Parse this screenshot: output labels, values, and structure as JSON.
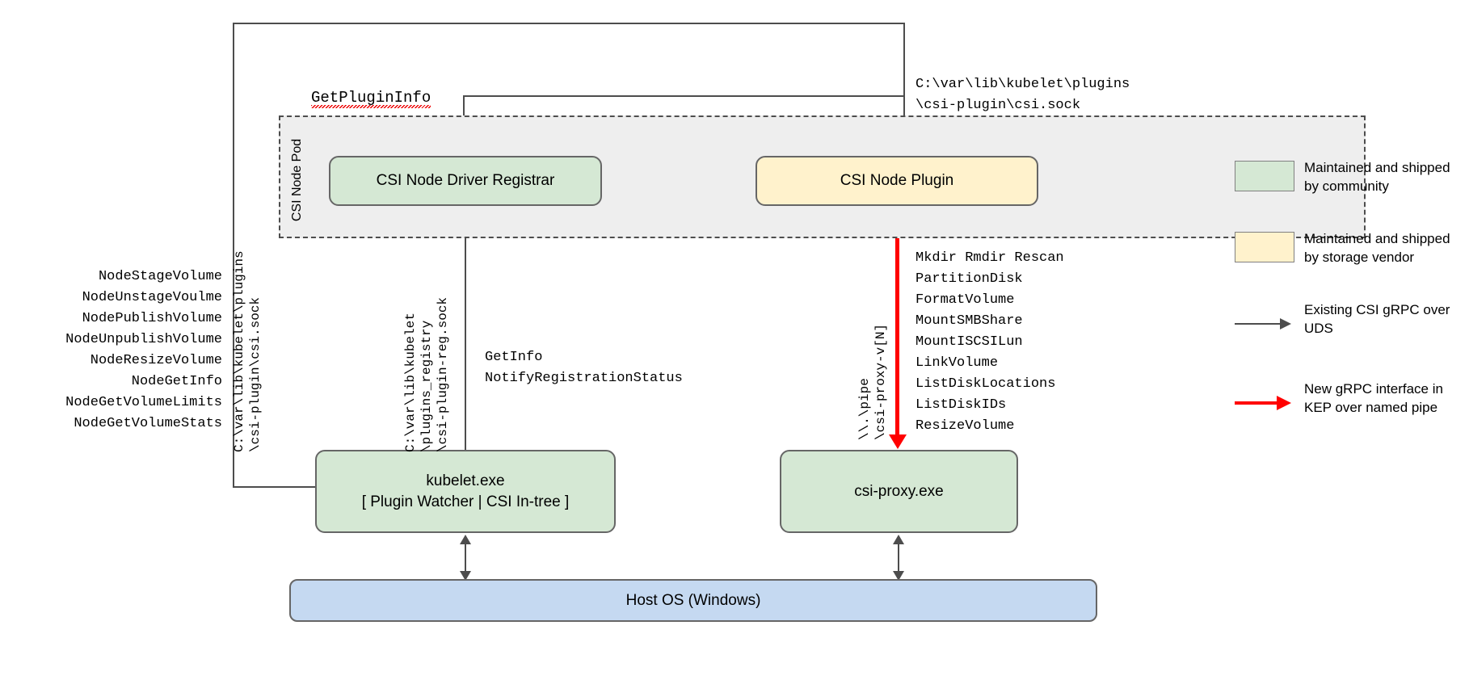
{
  "diagram": {
    "pod": {
      "label": "CSI Node Pod"
    },
    "boxes": {
      "registrar": {
        "title": "CSI Node Driver Registrar"
      },
      "plugin": {
        "title": "CSI Node Plugin"
      },
      "kubelet": {
        "title": "kubelet.exe",
        "subtitle": "[ Plugin Watcher | CSI In-tree ]"
      },
      "proxy": {
        "title": "csi-proxy.exe"
      },
      "hostos": {
        "title": "Host OS (Windows)"
      }
    },
    "labels": {
      "get_plugin_info": "GetPluginInfo",
      "csi_sock_path": "C:\\var\\lib\\kubelet\\plugins\n\\csi-plugin\\csi.sock",
      "node_rpcs": "NodeStageVolume\nNodeUnstageVoulme\nNodePublishVolume\nNodeUnpublishVolume\nNodeResizeVolume\nNodeGetInfo\nNodeGetVolumeLimits\nNodeGetVolumeStats",
      "registrar_rpcs": "GetInfo\nNotifyRegistrationStatus",
      "proxy_apis": "Mkdir Rmdir Rescan\nPartitionDisk\nFormatVolume\nMountSMBShare\nMountISCSILun\nLinkVolume\nListDiskLocations\nListDiskIDs\nResizeVolume",
      "kubelet_csi_sock_path": "C:\\var\\lib\\kubelet\\plugins\n\\csi-plugin\\csi.sock",
      "registration_sock_path": "C:\\var\\lib\\kubelet\n\\plugins_registry\n\\csi-plugin-reg.sock",
      "named_pipe_path": "\\\\.\\pipe\n\\csi-proxy-v[N]"
    }
  },
  "legend": {
    "items": [
      {
        "kind": "swatch",
        "color": "#d5e8d4",
        "text": "Maintained and shipped by community"
      },
      {
        "kind": "swatch",
        "color": "#fff2cc",
        "text": "Maintained and shipped by storage vendor"
      },
      {
        "kind": "arrow",
        "color": "#4d4d4d",
        "text": "Existing CSI gRPC over UDS"
      },
      {
        "kind": "arrow",
        "color": "#ff0000",
        "text": "New gRPC interface in KEP over named pipe"
      }
    ]
  },
  "colors": {
    "community_green": "#d5e8d4",
    "vendor_yellow": "#fff2cc",
    "host_blue": "#c5d9f1",
    "line_gray": "#4d4d4d",
    "new_interface_red": "#ff0000",
    "pod_background": "#eeeeee"
  }
}
